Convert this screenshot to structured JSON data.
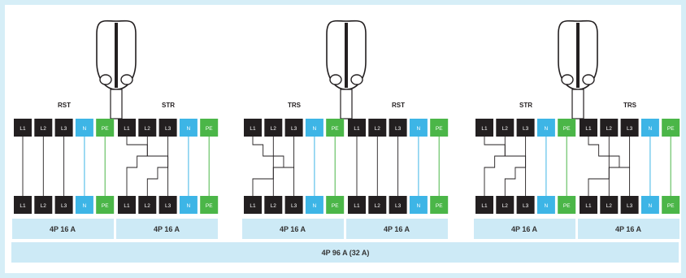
{
  "colors": {
    "black_terminal": "#231f20",
    "neutral_terminal": "#3db5e6",
    "earth_terminal": "#4bb648",
    "breaker_bar": "#cdeaf6",
    "page_bg": "#d6eef7"
  },
  "units": [
    {
      "sockets": [
        {
          "phase_label": "RST",
          "top_terminals": [
            "L1",
            "L2",
            "L3",
            "N",
            "PE"
          ],
          "bottom_terminals": [
            "L1",
            "L2",
            "L3",
            "N",
            "PE"
          ],
          "breaker": "4P 16 A"
        },
        {
          "phase_label": "STR",
          "top_terminals": [
            "L1",
            "L2",
            "L3",
            "N",
            "PE"
          ],
          "bottom_terminals": [
            "L1",
            "L2",
            "L3",
            "N",
            "PE"
          ],
          "breaker": "4P 16 A"
        }
      ]
    },
    {
      "sockets": [
        {
          "phase_label": "TRS",
          "top_terminals": [
            "L1",
            "L2",
            "L3",
            "N",
            "PE"
          ],
          "bottom_terminals": [
            "L1",
            "L2",
            "L3",
            "N",
            "PE"
          ],
          "breaker": "4P 16 A"
        },
        {
          "phase_label": "RST",
          "top_terminals": [
            "L1",
            "L2",
            "L3",
            "N",
            "PE"
          ],
          "bottom_terminals": [
            "L1",
            "L2",
            "L3",
            "N",
            "PE"
          ],
          "breaker": "4P 16 A"
        }
      ]
    },
    {
      "sockets": [
        {
          "phase_label": "STR",
          "top_terminals": [
            "L1",
            "L2",
            "L3",
            "N",
            "PE"
          ],
          "bottom_terminals": [
            "L1",
            "L2",
            "L3",
            "N",
            "PE"
          ],
          "breaker": "4P 16 A"
        },
        {
          "phase_label": "TRS",
          "top_terminals": [
            "L1",
            "L2",
            "L3",
            "N",
            "PE"
          ],
          "bottom_terminals": [
            "L1",
            "L2",
            "L3",
            "N",
            "PE"
          ],
          "breaker": "4P 16 A"
        }
      ]
    }
  ],
  "main_breaker": "4P 96 A (32 A)"
}
